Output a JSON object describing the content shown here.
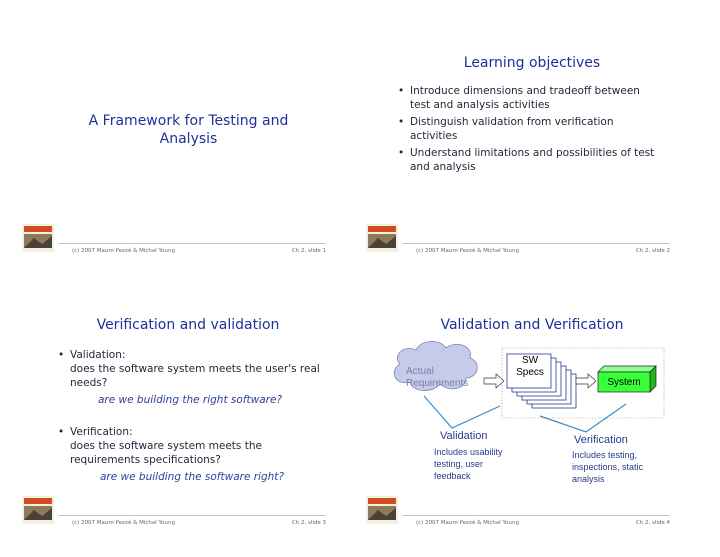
{
  "slides": [
    {
      "title": "A Framework for Testing and Analysis",
      "footer_left": "(c) 2007 Mauro Pezzè & Michal Young",
      "footer_right": "Ch 2, slide 1"
    },
    {
      "title": "Learning objectives",
      "bullets": [
        "Introduce dimensions and tradeoff between test and analysis activities",
        "Distinguish validation from verification activities",
        "Understand limitations and possibilities of test and analysis"
      ],
      "footer_left": "(c) 2007 Mauro Pezzè & Michal Young",
      "footer_right": "Ch 2, slide 2"
    },
    {
      "title": "Verification and validation",
      "validation": {
        "label": "Validation:",
        "text": "does the software system meets the user's real needs?",
        "question": "are we building the right software?"
      },
      "verification": {
        "label": "Verification:",
        "text": "does the software system meets the requirements specifications?",
        "question": "are we building the software right?"
      },
      "footer_left": "(c) 2007 Mauro Pezzè & Michal Young",
      "footer_right": "Ch 2, slide 3"
    },
    {
      "title": "Validation and Verification",
      "diagram": {
        "actual_req_1": "Actual",
        "actual_req_2": "Requirements",
        "sw_specs_1": "SW",
        "sw_specs_2": "Specs",
        "system": "System",
        "validation": "Validation",
        "validation_note_1": "Includes usability",
        "validation_note_2": "testing, user",
        "validation_note_3": "feedback",
        "verification": "Verification",
        "verification_note_1": "Includes testing,",
        "verification_note_2": "inspections, static",
        "verification_note_3": "analysis"
      },
      "footer_left": "(c) 2007 Mauro Pezzè & Michal Young",
      "footer_right": "Ch 2, slide 4"
    }
  ],
  "colors": {
    "title": "#1f2f9b",
    "body": "#20283a",
    "question": "#2e3f99",
    "cloud": "#c6cbea",
    "system_box": "#39ff39"
  }
}
